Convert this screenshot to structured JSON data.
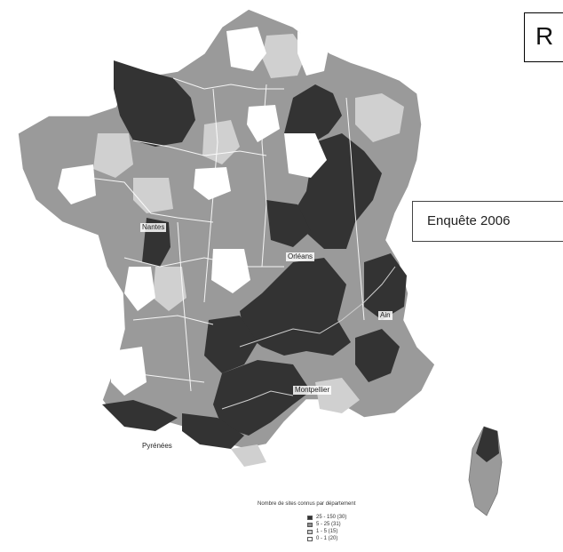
{
  "title": "R",
  "survey_label": "Enquête 2006",
  "place_labels": [
    "Nantes",
    "Orléans",
    "Ain",
    "Montpellier",
    "Pyrénées"
  ],
  "legend": {
    "title": "Nombre de sites connus par département",
    "items": [
      {
        "label": "25 - 150  (30)",
        "color": "#333333"
      },
      {
        "label": "5 - 25  (31)",
        "color": "#8c8c8c"
      },
      {
        "label": "1 - 5  (15)",
        "color": "#cccccc"
      },
      {
        "label": "0 - 1  (20)",
        "color": "#ffffff"
      }
    ]
  },
  "colors": {
    "outline": "#ffffff",
    "border": "#555555"
  }
}
